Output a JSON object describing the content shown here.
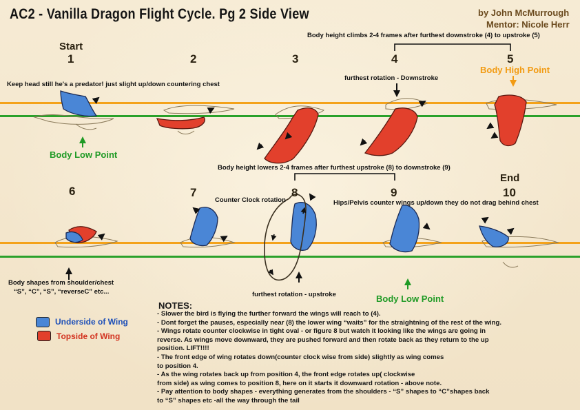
{
  "header": {
    "title": "AC2 - Vanilla Dragon Flight Cycle.  Pg 2 Side View",
    "author": "by John McMurrough",
    "mentor": "Mentor: Nicole Herr"
  },
  "row1": {
    "start_label": "Start",
    "frames": [
      "1",
      "2",
      "3",
      "4",
      "5"
    ],
    "top_bracket_note": "Body height climbs 2-4 frames after furthest downstroke (4) to upstroke (5)",
    "head_note": "Keep head still he's a predator! just slight up/down countering chest",
    "downstroke_note": "furthest rotation - Downstroke",
    "high_point": "Body High Point",
    "low_point": "Body Low Point"
  },
  "row2": {
    "end_label": "End",
    "frames": [
      "6",
      "7",
      "8",
      "9",
      "10"
    ],
    "bracket_note": "Body height lowers 2-4 frames after furthest upstroke (8) to downstroke (9)",
    "counter_clock": "Counter Clock rotation",
    "hips_note": "Hips/Pelvis counter wings up/down they do not drag behind chest",
    "body_shapes_1": "Body shapes from shoulder/chest",
    "body_shapes_2": "“S”, “C”, “S”, “reverseC” etc...",
    "upstroke_note": "furthest rotation - upstroke",
    "low_point": "Body Low Point"
  },
  "legend": {
    "underside": "Underside of Wing",
    "topside": "Topside of Wing",
    "underside_color": "#4a86d6",
    "topside_color": "#e2402c"
  },
  "colors": {
    "orange_line": "#f4a21a",
    "green_line": "#2aa12a"
  },
  "notes": {
    "title": "NOTES:",
    "lines": [
      "- Slower the bird is flying the further forward the wings will reach to (4).",
      "- Dont forget the pauses, especially near (8) the lower wing “waits” for the straightning of the rest of the wing.",
      "- Wings rotate counter clockwise in tight oval - or figure 8 but watch it looking like the wings are going in",
      "reverse. As wings move downward, they are pushed forward and then rotate back as they return to the up",
      "position. LIFT!!!!",
      "- The front edge of wing rotates down(counter clock wise from side) slightly as wing comes",
      " to position 4.",
      "- As the wing rotates back up from position 4, the front edge rotates up( clockwise",
      "from side) as wing comes to position 8, here on it starts it downward rotation - above note.",
      "- Pay attention to body shapes - everything generates from the shoulders - “S” shapes to “C”shapes back",
      "to “S” shapes etc -all the way through the tail"
    ]
  }
}
